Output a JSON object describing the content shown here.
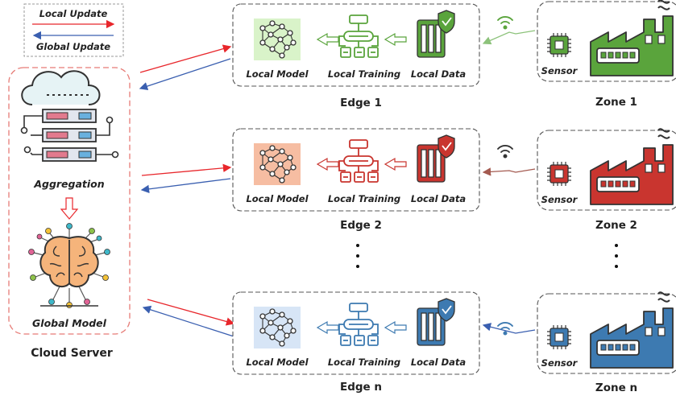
{
  "legend": {
    "local_update": "Local Update",
    "global_update": "Global Update"
  },
  "cloud": {
    "aggregation_label": "Aggregation",
    "global_model_label": "Global Model",
    "title": "Cloud Server"
  },
  "edges": [
    {
      "title": "Edge 1",
      "local_model": "Local Model",
      "local_training": "Local Training",
      "local_data": "Local Data",
      "color": "#5aa43c",
      "fill": "#d9f3c9"
    },
    {
      "title": "Edge 2",
      "local_model": "Local Model",
      "local_training": "Local Training",
      "local_data": "Local Data",
      "color": "#c9352f",
      "fill": "#f6bda2"
    },
    {
      "title": "Edge n",
      "local_model": "Local Model",
      "local_training": "Local Training",
      "local_data": "Local Data",
      "color": "#3d7ab1",
      "fill": "#d7e5f6"
    }
  ],
  "zones": [
    {
      "title": "Zone 1",
      "sensor": "Sensor",
      "color": "#5aa43c"
    },
    {
      "title": "Zone 2",
      "sensor": "Sensor",
      "color": "#c9352f"
    },
    {
      "title": "Zone n",
      "sensor": "Sensor",
      "color": "#3d7ab1"
    }
  ],
  "colors": {
    "local_update": "#e8262b",
    "global_update": "#3a5fb0"
  }
}
